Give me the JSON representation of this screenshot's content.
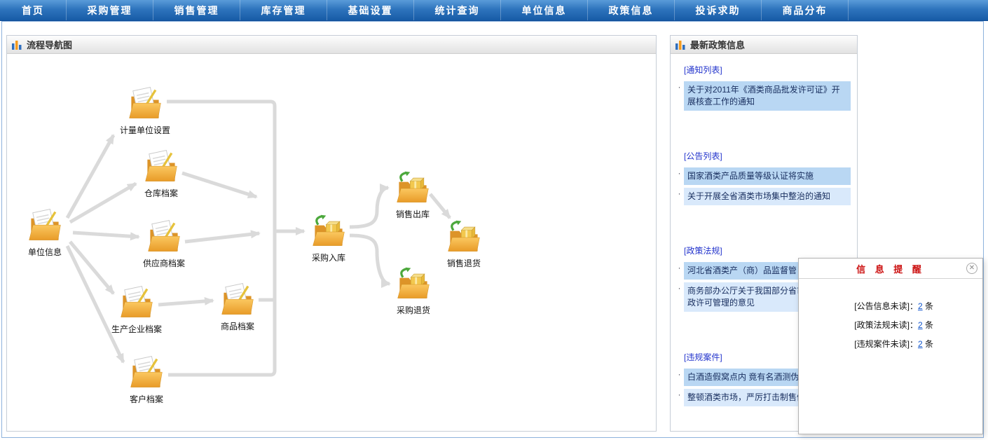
{
  "nav": {
    "items": [
      "首页",
      "采购管理",
      "销售管理",
      "库存管理",
      "基础设置",
      "统计查询",
      "单位信息",
      "政策信息",
      "投诉求助",
      "商品分布"
    ]
  },
  "left_panel": {
    "title": "流程导航图"
  },
  "flow": {
    "nodes": [
      {
        "label": "单位信息"
      },
      {
        "label": "计量单位设置"
      },
      {
        "label": "仓库档案"
      },
      {
        "label": "供应商档案"
      },
      {
        "label": "生产企业档案"
      },
      {
        "label": "商品档案"
      },
      {
        "label": "客户档案"
      },
      {
        "label": "采购入库"
      },
      {
        "label": "销售出库"
      },
      {
        "label": "采购退货"
      },
      {
        "label": "销售退货"
      }
    ]
  },
  "right_panel": {
    "title": "最新政策信息",
    "sections": [
      {
        "header": "[通知列表]",
        "items": [
          {
            "text": "关于对2011年《酒类商品批发许可证》开展核查工作的通知"
          }
        ]
      },
      {
        "header": "[公告列表]",
        "items": [
          {
            "text": "国家酒类产品质量等级认证将实施"
          },
          {
            "text": "关于开展全省酒类市场集中整治的通知"
          }
        ]
      },
      {
        "header": "[政策法规]",
        "items": [
          {
            "text": "河北省酒类产（商）品监督管"
          },
          {
            "text": "商务部办公厅关于我国部分省市实施酒类行政许可管理的意见"
          }
        ]
      },
      {
        "header": "[违规案件]",
        "items": [
          {
            "text": "白酒造假窝点内  竟有名酒测伪仪"
          },
          {
            "text": "整顿酒类市场，严厉打击制售假行为"
          }
        ]
      }
    ]
  },
  "popup": {
    "title": "信 息 提 醒",
    "close": "✕",
    "items": [
      {
        "label": "[公告信息未读]：",
        "count": "2",
        "suffix": " 条"
      },
      {
        "label": "[政策法规未读]：",
        "count": "2",
        "suffix": " 条"
      },
      {
        "label": "[违规案件未读]：",
        "count": "2",
        "suffix": " 条"
      }
    ]
  },
  "colors": {
    "nav_blue": "#175ba6",
    "highlight_strong": "#b9d7f3",
    "highlight_light": "#d9e9fb",
    "section_header_blue": "#2233cc",
    "popup_title_red": "#cc1111"
  }
}
